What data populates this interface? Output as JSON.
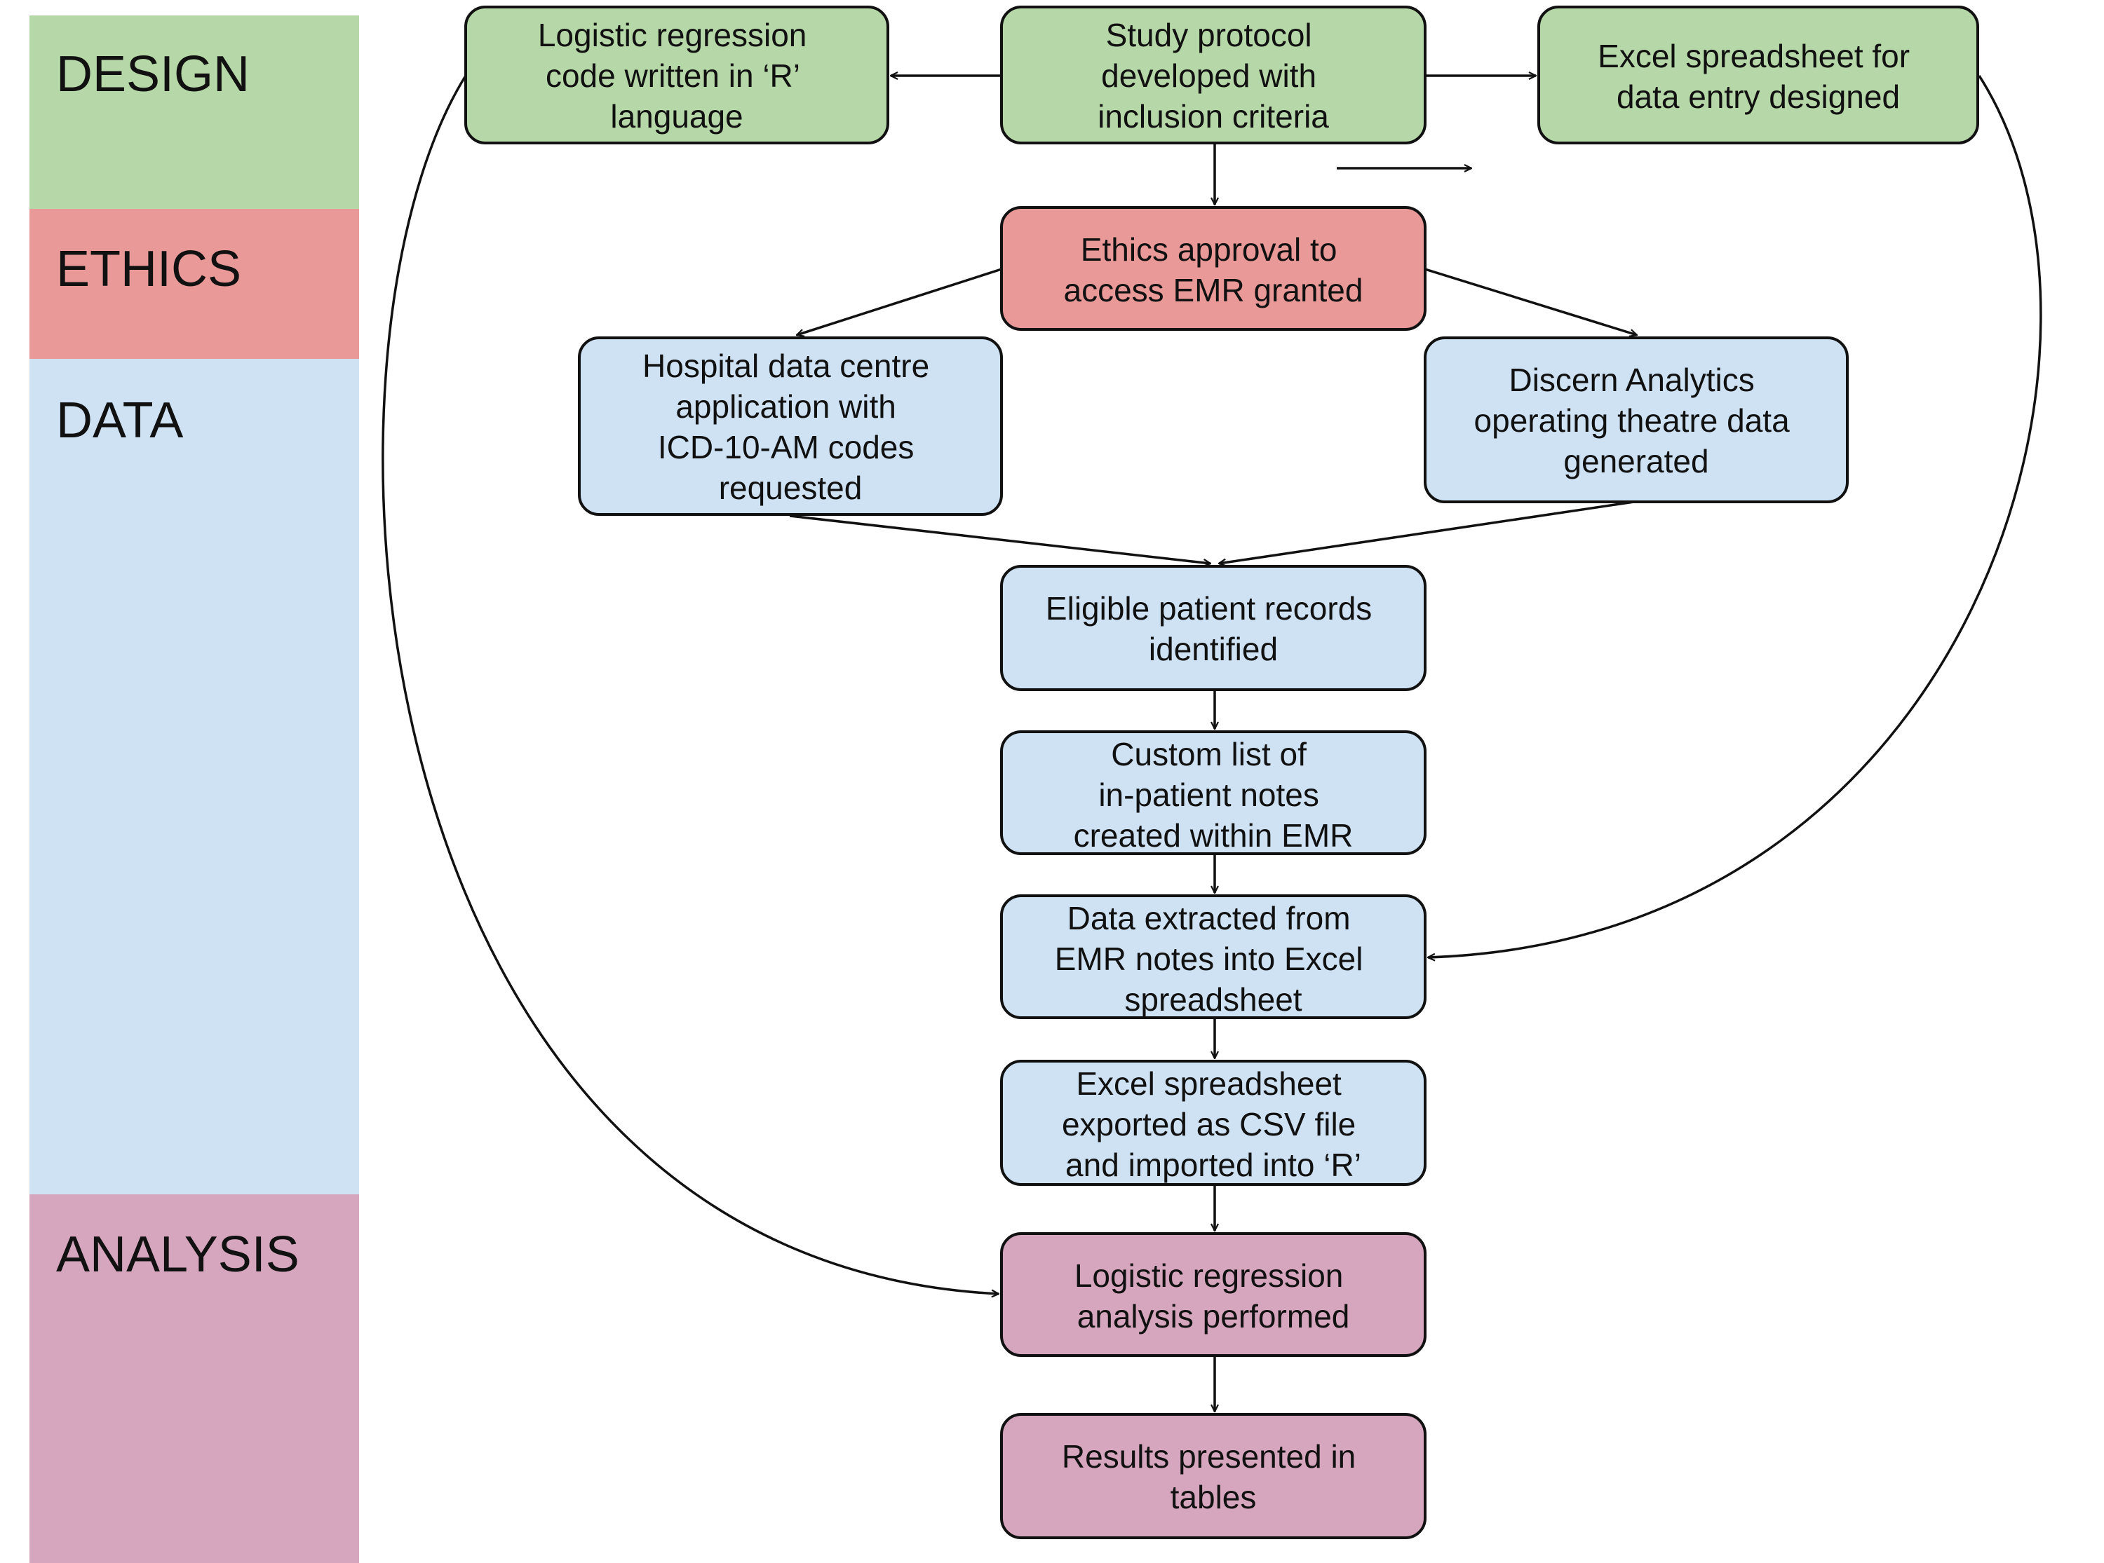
{
  "colors": {
    "design": "#b6d7a8",
    "ethics": "#ea9999",
    "data": "#cfe2f3",
    "analysis": "#d5a6bd",
    "stroke": "#111111"
  },
  "bands": [
    {
      "id": "design",
      "label": "DESIGN"
    },
    {
      "id": "ethics",
      "label": "ETHICS"
    },
    {
      "id": "data",
      "label": "DATA"
    },
    {
      "id": "analysis",
      "label": "ANALYSIS"
    }
  ],
  "nodes": [
    {
      "id": "logreg-code",
      "phase": "design",
      "lines": [
        "Logistic regression",
        "code written in ‘R’",
        "language"
      ]
    },
    {
      "id": "protocol",
      "phase": "design",
      "lines": [
        "Study protocol",
        "developed with",
        "inclusion criteria"
      ]
    },
    {
      "id": "excel-design",
      "phase": "design",
      "lines": [
        "Excel spreadsheet for",
        "data entry designed"
      ]
    },
    {
      "id": "ethics",
      "phase": "ethics",
      "lines": [
        "Ethics approval to",
        "access EMR granted"
      ]
    },
    {
      "id": "hospital",
      "phase": "data",
      "lines": [
        "Hospital data centre",
        "application with",
        "ICD-10-AM codes",
        "requested"
      ]
    },
    {
      "id": "discern",
      "phase": "data",
      "lines": [
        "Discern Analytics",
        "operating theatre data",
        "generated"
      ]
    },
    {
      "id": "eligible",
      "phase": "data",
      "lines": [
        "Eligible patient records",
        "identified"
      ]
    },
    {
      "id": "custom",
      "phase": "data",
      "lines": [
        "Custom list of",
        "in-patient notes",
        "created within EMR"
      ]
    },
    {
      "id": "extracted",
      "phase": "data",
      "lines": [
        "Data extracted from",
        "EMR notes into Excel",
        "spreadsheet"
      ]
    },
    {
      "id": "exported",
      "phase": "data",
      "lines": [
        "Excel spreadsheet",
        "exported as CSV file",
        "and imported into ‘R’"
      ]
    },
    {
      "id": "analysis",
      "phase": "analysis",
      "lines": [
        "Logistic regression",
        "analysis performed"
      ]
    },
    {
      "id": "results",
      "phase": "analysis",
      "lines": [
        "Results presented in",
        "tables"
      ]
    }
  ],
  "edges": [
    {
      "from": "protocol",
      "to": "logreg-code"
    },
    {
      "from": "protocol",
      "to": "excel-design"
    },
    {
      "from": "protocol",
      "to": "ethics"
    },
    {
      "from": "ethics",
      "to": "hospital"
    },
    {
      "from": "ethics",
      "to": "discern"
    },
    {
      "from": "hospital",
      "to": "eligible"
    },
    {
      "from": "discern",
      "to": "eligible"
    },
    {
      "from": "eligible",
      "to": "custom"
    },
    {
      "from": "custom",
      "to": "extracted"
    },
    {
      "from": "extracted",
      "to": "exported"
    },
    {
      "from": "exported",
      "to": "analysis"
    },
    {
      "from": "analysis",
      "to": "results"
    },
    {
      "from": "logreg-code",
      "to": "analysis"
    },
    {
      "from": "excel-design",
      "to": "extracted"
    }
  ]
}
